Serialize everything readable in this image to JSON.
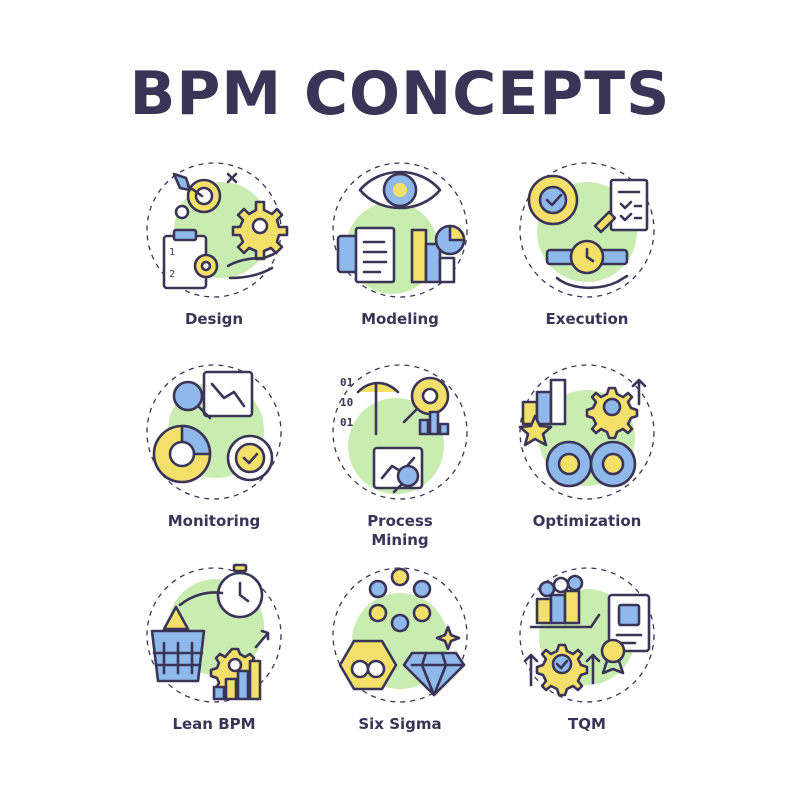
{
  "title": "BPM CONCEPTS",
  "colors": {
    "text": "#3a3457",
    "outline": "#3a3457",
    "green": "#c9ecb0",
    "yellow": "#f3e06a",
    "blue": "#8fb9ea"
  },
  "concepts": [
    {
      "label": "Design",
      "icon": "design-icon"
    },
    {
      "label": "Modeling",
      "icon": "modeling-icon"
    },
    {
      "label": "Execution",
      "icon": "execution-icon"
    },
    {
      "label": "Monitoring",
      "icon": "monitoring-icon"
    },
    {
      "label": "Process Mining",
      "icon": "process-mining-icon"
    },
    {
      "label": "Optimization",
      "icon": "optimization-icon"
    },
    {
      "label": "Lean BPM",
      "icon": "lean-bpm-icon"
    },
    {
      "label": "Six Sigma",
      "icon": "six-sigma-icon"
    },
    {
      "label": "TQM",
      "icon": "tqm-icon"
    }
  ]
}
